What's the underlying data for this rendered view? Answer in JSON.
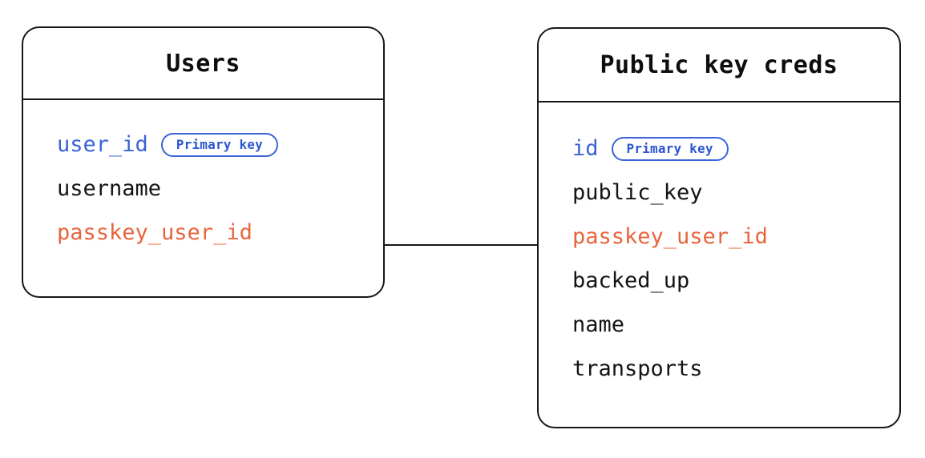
{
  "diagram": {
    "type": "entity-relationship-diagram",
    "background_color": "#ffffff",
    "colors": {
      "border": "#17171a",
      "text": "#141418",
      "primary_key": "#3b63d6",
      "foreign_key": "#e8643c"
    }
  },
  "entities": [
    {
      "id": "users",
      "title": "Users",
      "fields": [
        {
          "name": "user_id",
          "role": "pk",
          "badge": "Primary key"
        },
        {
          "name": "username",
          "role": "plain",
          "badge": null
        },
        {
          "name": "passkey_user_id",
          "role": "fk",
          "badge": null
        }
      ]
    },
    {
      "id": "public-key-creds",
      "title": "Public key creds",
      "fields": [
        {
          "name": "id",
          "role": "pk",
          "badge": "Primary key"
        },
        {
          "name": "public_key",
          "role": "plain",
          "badge": null
        },
        {
          "name": "passkey_user_id",
          "role": "fk",
          "badge": null
        },
        {
          "name": "backed_up",
          "role": "plain",
          "badge": null
        },
        {
          "name": "name",
          "role": "plain",
          "badge": null
        },
        {
          "name": "transports",
          "role": "plain",
          "badge": null
        }
      ]
    }
  ],
  "relationships": [
    {
      "id": "users-to-public-key-creds",
      "from_entity": "users",
      "from_field": "passkey_user_id",
      "to_entity": "public-key-creds",
      "to_field": "passkey_user_id"
    }
  ]
}
